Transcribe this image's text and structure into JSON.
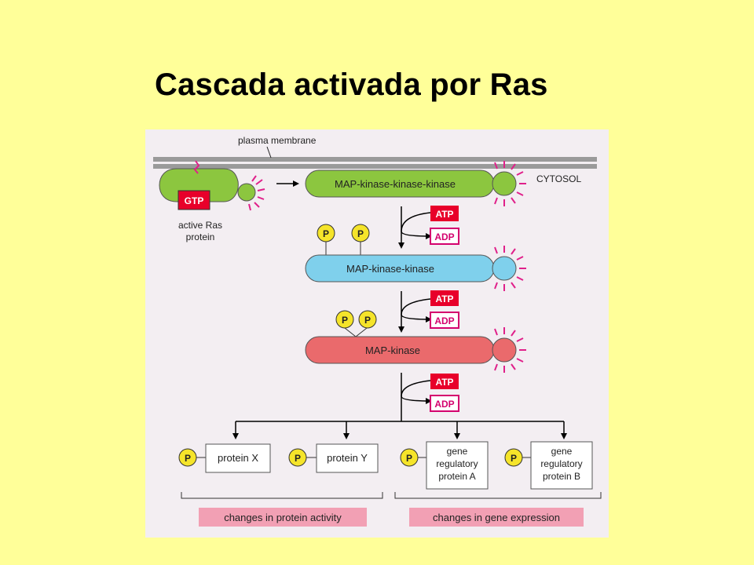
{
  "slide": {
    "title": "Cascada activada por Ras"
  },
  "figure": {
    "membrane_label": "plasma membrane",
    "cytosol_label": "CYTOSOL",
    "ras": {
      "nucleotide": "GTP",
      "label_line1": "active Ras",
      "label_line2": "protein"
    },
    "kinases": {
      "mapkkk": "MAP-kinase-kinase-kinase",
      "mapkk": "MAP-kinase-kinase",
      "mapk": "MAP-kinase"
    },
    "atp": "ATP",
    "adp": "ADP",
    "phosphate": "P",
    "targets": {
      "protein_x": "protein X",
      "protein_y": "protein Y",
      "gene_a": [
        "gene",
        "regulatory",
        "protein A"
      ],
      "gene_b": [
        "gene",
        "regulatory",
        "protein B"
      ]
    },
    "outcomes": {
      "protein_activity": "changes in protein activity",
      "gene_expression": "changes in gene expression"
    },
    "colors": {
      "slide_background": "#ffff99",
      "panel": "#f3eef2",
      "membrane": "#9a9a9a",
      "ras_green": "#8cc63f",
      "mapkk_blue": "#7fd0ec",
      "mapk_red": "#ea6a6c",
      "atp_red": "#e8002a",
      "adp_magenta": "#d4006e",
      "phosphate_yellow": "#f5e42a",
      "outcome_pink": "#f2a0b4"
    }
  }
}
